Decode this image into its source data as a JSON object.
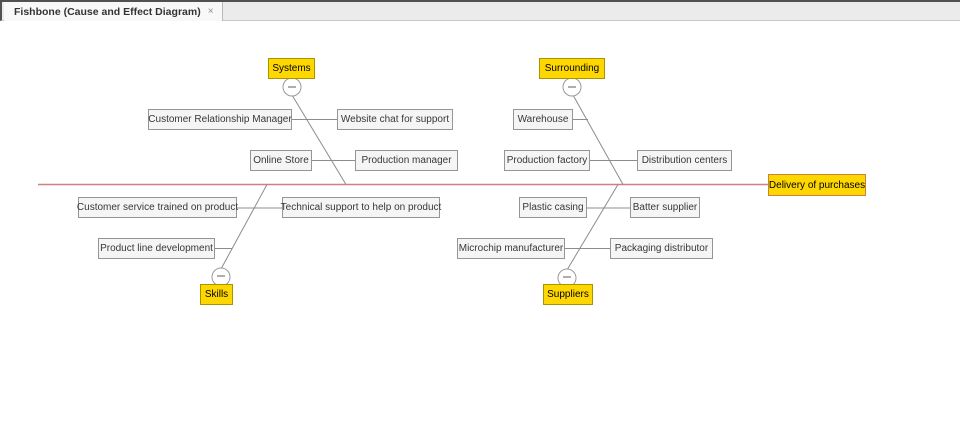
{
  "window": {
    "tab": {
      "title": "Fishbone (Cause and Effect Diagram)",
      "close": "×"
    }
  },
  "diagram": {
    "type": "fishbone-cause-effect",
    "effect": {
      "label": "Delivery of purchases"
    },
    "branches": [
      {
        "category": "Systems",
        "side": "top",
        "causes": [
          "Customer Relationship Manager",
          "Website chat for support",
          "Online Store",
          "Production manager"
        ]
      },
      {
        "category": "Surrounding",
        "side": "top",
        "causes": [
          "Warehouse",
          "Production factory",
          "Distribution centers"
        ]
      },
      {
        "category": "Skills",
        "side": "bottom",
        "causes": [
          "Customer service trained on product",
          "Technical support to help on product",
          "Product line development"
        ]
      },
      {
        "category": "Suppliers",
        "side": "bottom",
        "causes": [
          "Plastic casing",
          "Batter supplier",
          "Microchip manufacturer",
          "Packaging distributor"
        ]
      }
    ],
    "colors": {
      "spine": "#d08080",
      "branch_line": "#8c8c8c",
      "connector_line": "#8c8c8c",
      "cause_fill": "#f5f5f5",
      "cause_border": "#959595",
      "category_fill": "#ffd700",
      "category_border": "#a89400",
      "effect_fill": "#ffd700",
      "effect_border": "#c8823c",
      "collapse_fill": "#ffffff",
      "collapse_border": "#999999",
      "canvas_background": "#ffffff"
    }
  }
}
